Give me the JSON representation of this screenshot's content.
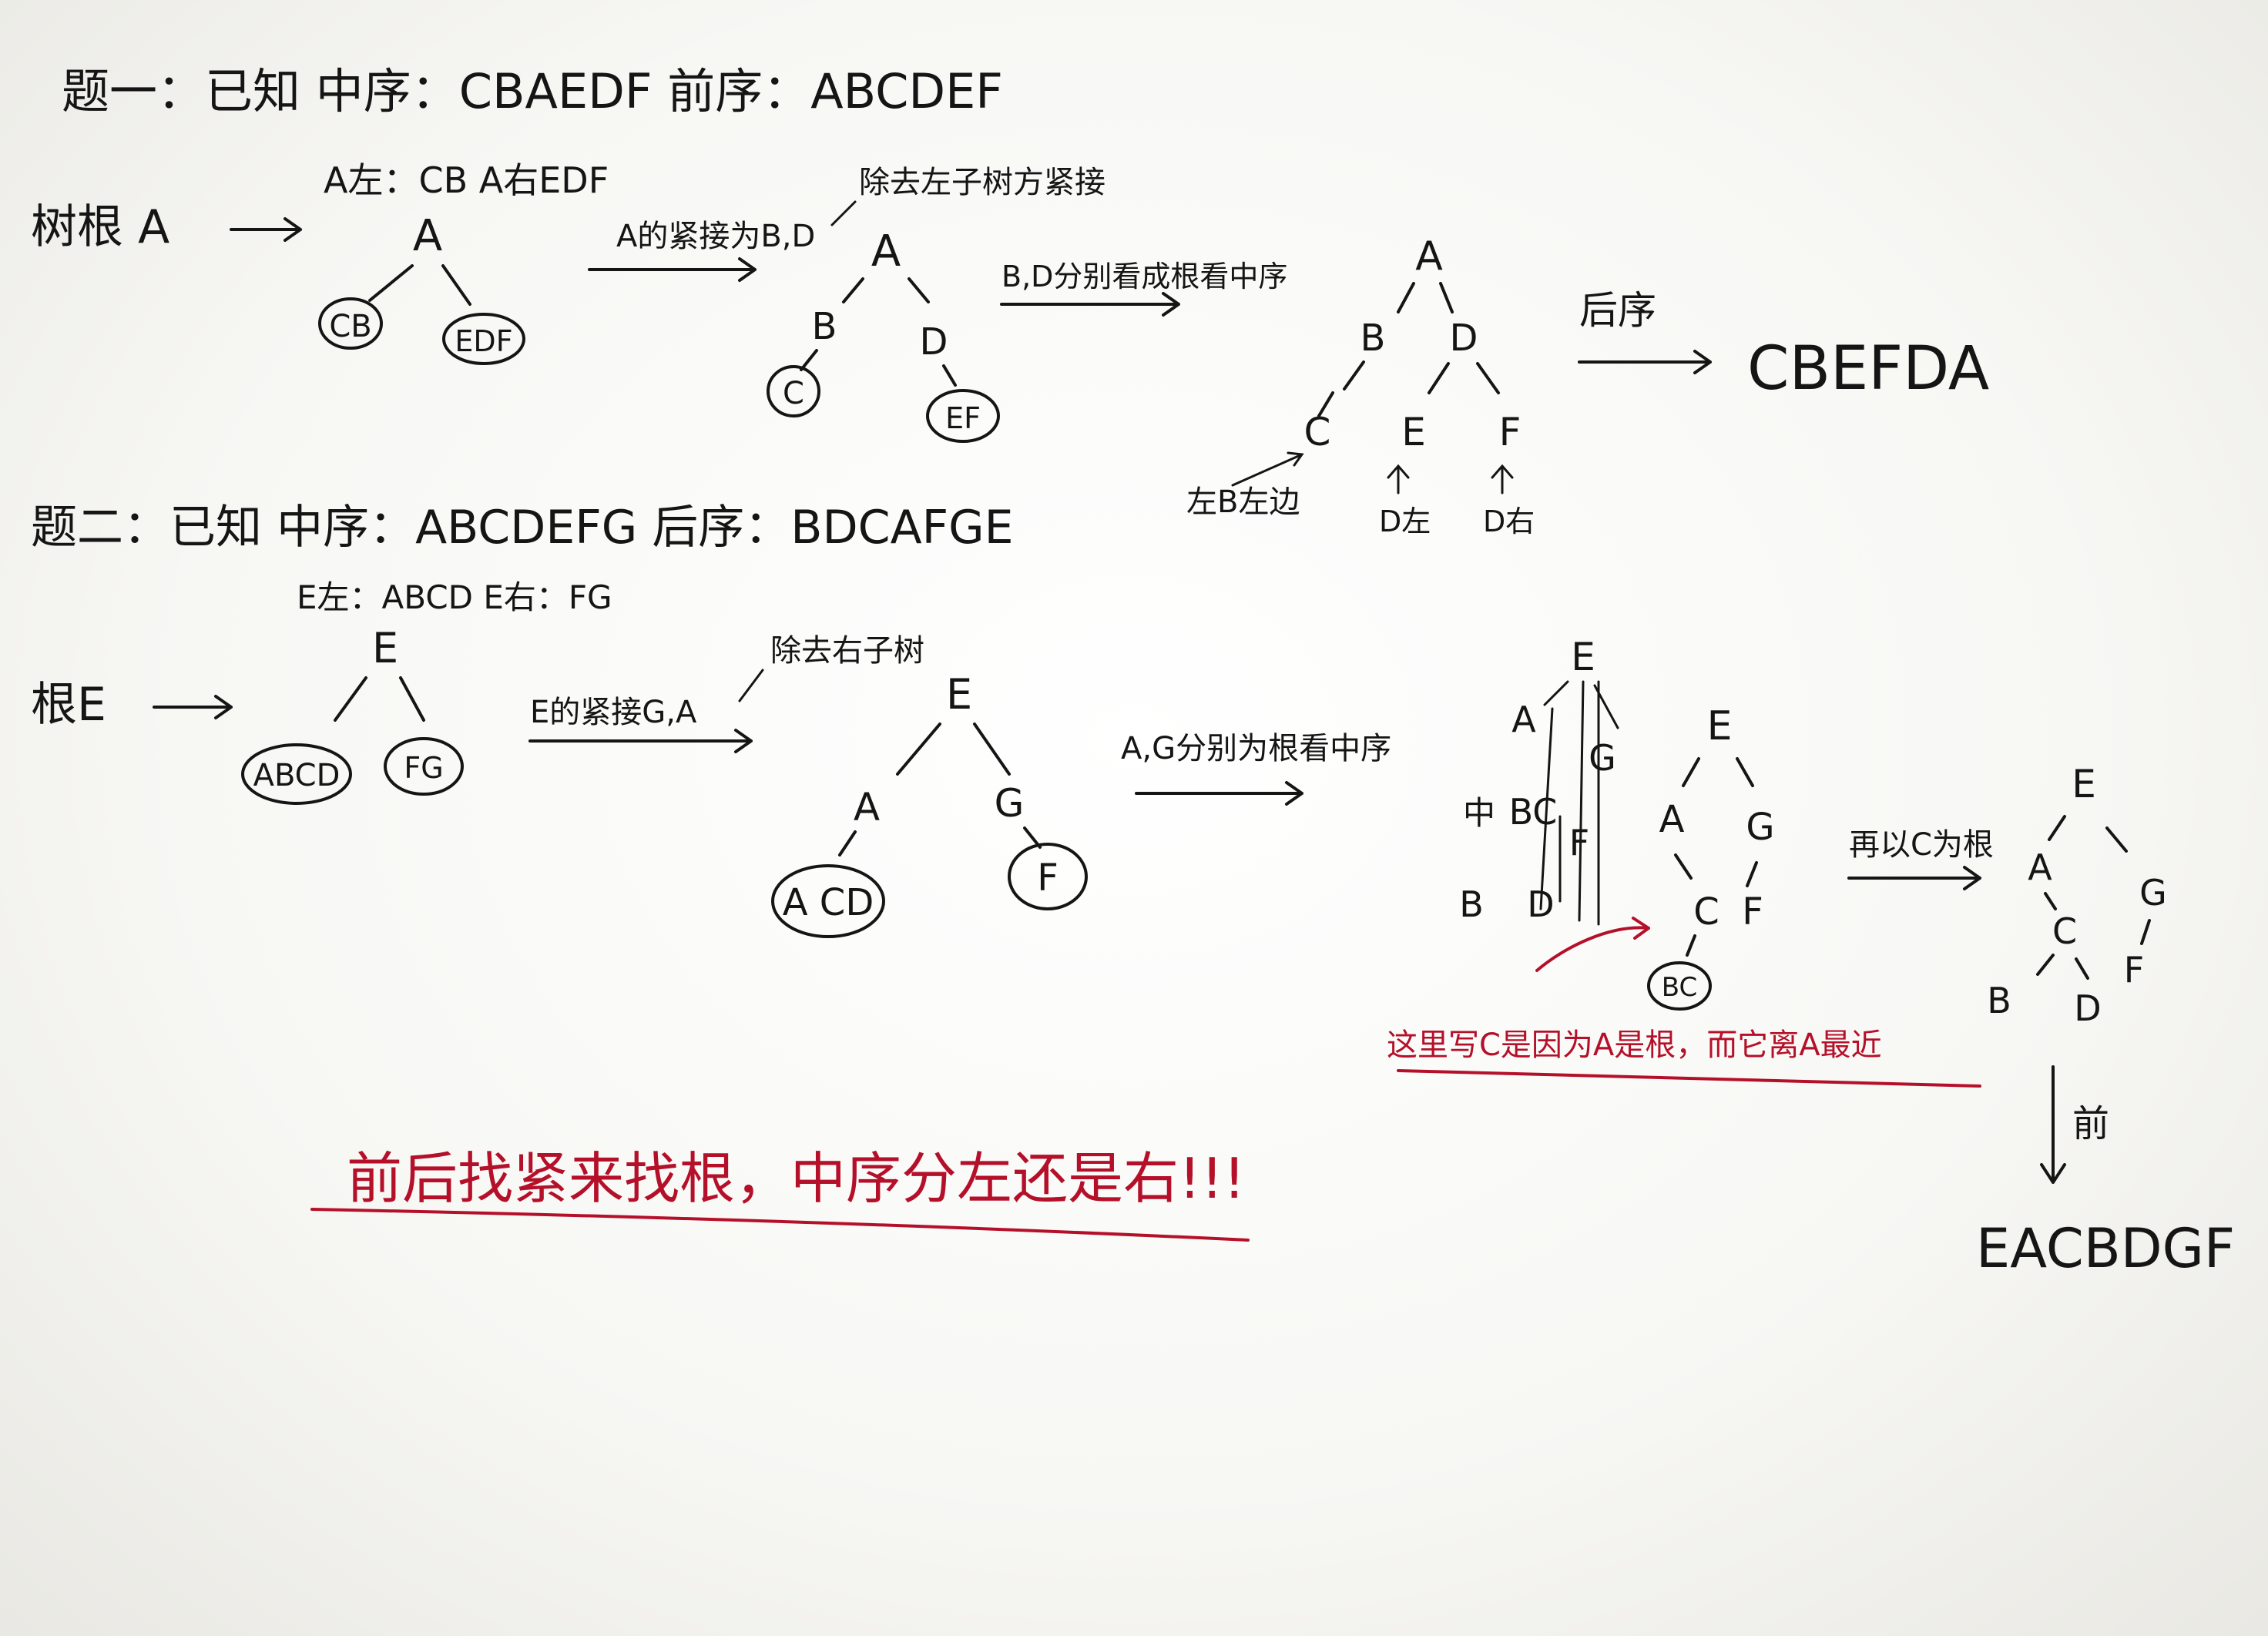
{
  "p1": {
    "heading": "题一：已知 中序：CBAEDF 前序：ABCDEF",
    "root_label": "树根 A",
    "split_note": "A左：CB A右EDF",
    "arrow1_label": "A的紧接为B,D",
    "note_remove": "除去左子树方紧接",
    "arrow2_label": "B,D分别看成根看中序",
    "postorder_label": "后序",
    "answer": "CBEFDA",
    "note_left": "左B左边",
    "note_d_left": "D左",
    "note_d_right": "D右",
    "tree1": {
      "root": "A",
      "left": "CB",
      "right": "EDF"
    },
    "tree2": {
      "root": "A",
      "b": "B",
      "d": "D",
      "c": "C",
      "ef": "EF"
    },
    "tree3": {
      "a": "A",
      "b": "B",
      "d": "D",
      "c": "C",
      "e": "E",
      "f": "F"
    }
  },
  "p2": {
    "heading": "题二：已知 中序：ABCDEFG 后序：BDCAFGE",
    "root_label": "根E",
    "split_note": "E左：ABCD E右：FG",
    "arrow1_label": "E的紧接G,A",
    "note_remove": "除去右子树",
    "arrow2_label": "A,G分别为根看中序",
    "arrow3_label": "再以C为根",
    "pre_label": "前",
    "answer": "EACBDGF",
    "red_note": "这里写C是因为A是根，而它离A最近",
    "tree1": {
      "root": "E",
      "left": "ABCD",
      "right": "FG"
    },
    "tree2": {
      "e": "E",
      "a": "A",
      "g": "G",
      "acd": "A CD",
      "f": "F"
    },
    "scratch": {
      "e": "E",
      "a": "A",
      "g": "G",
      "bc": "BC",
      "f": "F",
      "b": "B",
      "d": "D",
      "side": "中"
    },
    "tree3": {
      "e": "E",
      "a": "A",
      "g": "G",
      "c": "C",
      "f": "F",
      "bc": "BC"
    },
    "tree4": {
      "e": "E",
      "a": "A",
      "g": "G",
      "c": "C",
      "f": "F",
      "b": "B",
      "d": "D"
    }
  },
  "summary": "前后找紧来找根，中序分左还是右!!!",
  "colors": {
    "ink": "#151515",
    "red": "#b5102a",
    "paper": "#f7f7f4"
  }
}
